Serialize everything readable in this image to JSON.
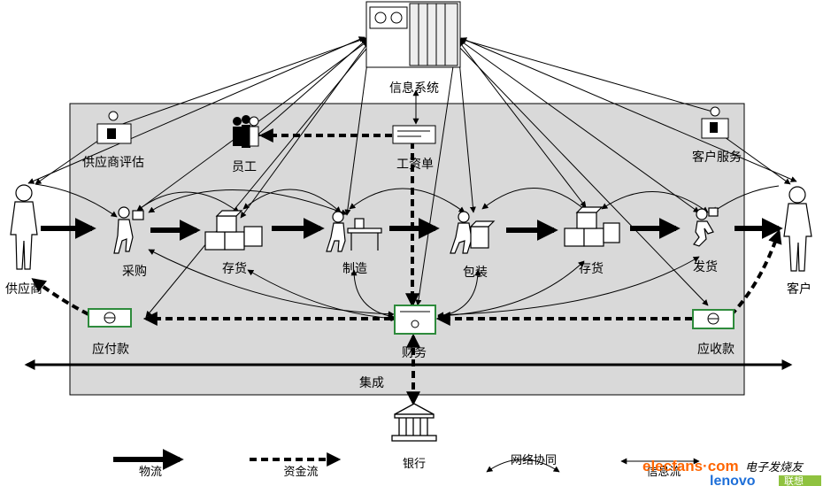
{
  "labels": {
    "info_system": "信息系统",
    "supplier_eval": "供应商评估",
    "staff": "员工",
    "work_order": "工资单",
    "customer_service": "客户服务",
    "supplier": "供应商",
    "purchase": "采购",
    "inventory1": "存货",
    "manufacture": "制造",
    "packaging": "包装",
    "inventory2": "存货",
    "shipping": "发货",
    "customer": "客户",
    "payable": "应付款",
    "finance": "财务",
    "receivable": "应收款",
    "integration": "集成",
    "bank": "银行"
  },
  "legend": {
    "material_flow": "物流",
    "capital_flow": "资金流",
    "bank": "银行",
    "network": "网络协同",
    "info_flow": "信息流"
  },
  "watermark": {
    "site": "elecfans·com",
    "cn": "电子发烧友",
    "brand": "lenovo",
    "brand_tail": "联想"
  },
  "colors": {
    "panel": "#d9d9d9",
    "line": "#000000",
    "money_green": "#2e8b3c"
  }
}
